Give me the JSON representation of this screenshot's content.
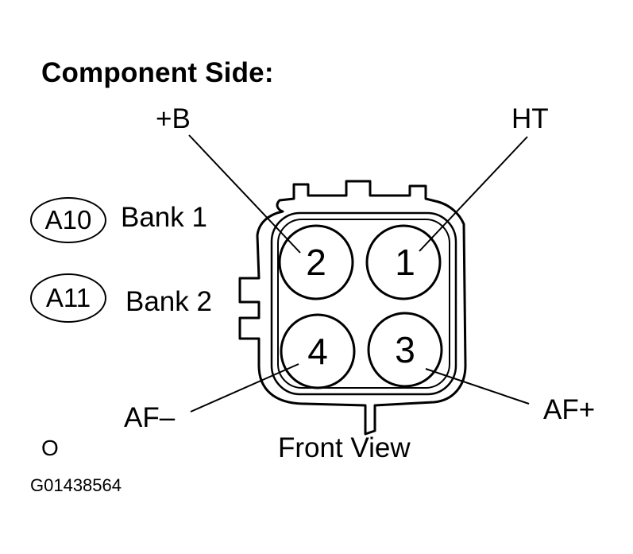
{
  "title": "Component Side:",
  "connector_labels": {
    "pin_b": "+B",
    "pin_ht": "HT",
    "pin_af_minus": "AF–",
    "pin_af_plus": "AF+"
  },
  "pins": [
    {
      "number": "2",
      "signal": "+B"
    },
    {
      "number": "1",
      "signal": "HT"
    },
    {
      "number": "4",
      "signal": "AF–"
    },
    {
      "number": "3",
      "signal": "AF+"
    }
  ],
  "legend": [
    {
      "code": "A10",
      "label": "Bank 1"
    },
    {
      "code": "A11",
      "label": "Bank 2"
    }
  ],
  "caption": "Front View",
  "corner_mark": "O",
  "figure_id": "G01438564"
}
